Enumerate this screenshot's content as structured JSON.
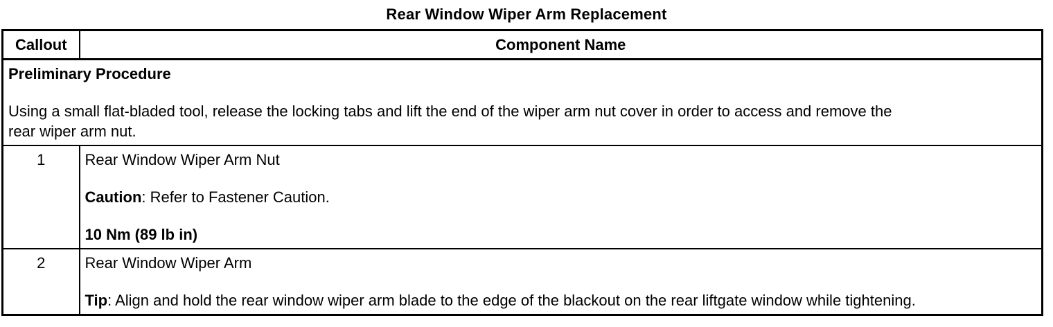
{
  "page_title": "Rear Window Wiper Arm Replacement",
  "table": {
    "header": {
      "callout": "Callout",
      "component_name": "Component Name"
    },
    "preliminary": {
      "heading": "Preliminary Procedure",
      "body_lines": [
        "Using a small flat-bladed tool, release the locking tabs and lift the end of the wiper arm nut cover in order to access and remove the",
        "rear wiper arm nut."
      ]
    },
    "rows": [
      {
        "callout": "1",
        "name": "Rear Window Wiper Arm Nut",
        "note_label": "Caution",
        "note_rest": ": Refer to Fastener Caution.",
        "torque": "10 Nm (89 lb in)"
      },
      {
        "callout": "2",
        "name": "Rear Window Wiper Arm",
        "note_label": "Tip",
        "note_rest": ": Align and hold the rear window wiper arm blade to the edge of the blackout on the rear liftgate window while tightening."
      }
    ]
  },
  "colors": {
    "text": "#000000",
    "border": "#000000",
    "background": "#ffffff"
  }
}
